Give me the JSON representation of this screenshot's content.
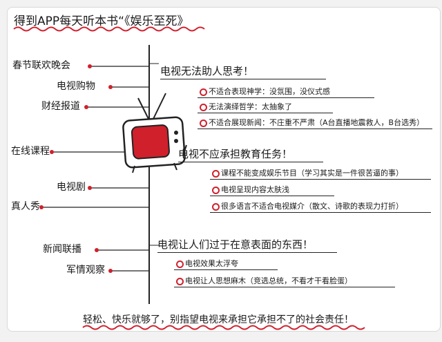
{
  "title": "得到APP每天听本书“《娱乐至死》",
  "left_items": [
    "春节联欢晚会",
    "电视购物",
    "财经报道",
    "在线课程",
    "电视剧",
    "真人秀",
    "新闻联播",
    "军情观察"
  ],
  "branches": [
    {
      "heading": "电视无法助人思考！",
      "points": [
        "不适合表现神学：没氛围，没仪式感",
        "无法演绎哲学：太抽象了",
        "不适合展现新闻：不庄重不严肃（A台直播地震救人，B台选秀）"
      ]
    },
    {
      "heading": "电视不应承担教育任务！",
      "points": [
        "课程不能变成娱乐节目（学习其实是一件很苦逼的事）",
        "电视呈现内容太肤浅",
        "很多语言不适合电视媒介（散文、诗歌的表现力打折）"
      ]
    },
    {
      "heading": "电视让人们过于在意表面的东西！",
      "points": [
        "电视效果太浮夸",
        "电视让人思想麻木（竞选总统，不看才干看脸蛋）"
      ]
    }
  ],
  "footer": "轻松、快乐就够了，别指望电视来承担它承担不了的社会责任！",
  "colors": {
    "accent": "#d0202c",
    "ink": "#1a1a1a"
  }
}
